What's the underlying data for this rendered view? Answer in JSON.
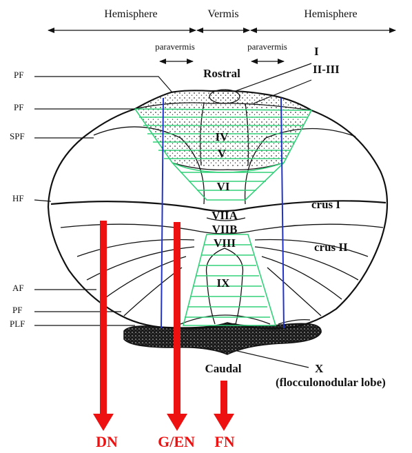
{
  "header": {
    "hemisphere_left": "Hemisphere",
    "vermis": "Vermis",
    "hemisphere_right": "Hemisphere",
    "paravermis_left": "paravermis",
    "paravermis_right": "paravermis"
  },
  "orientation": {
    "rostral": "Rostral",
    "caudal": "Caudal"
  },
  "fissures": {
    "pf_top": "PF",
    "pf_second": "PF",
    "spf": "SPF",
    "hf": "HF",
    "af": "AF",
    "pf_lower": "PF",
    "plf": "PLF"
  },
  "lobules": {
    "i": "I",
    "ii_iii": "II-III",
    "iv": "IV",
    "v": "V",
    "vi": "VI",
    "viia": "VIIA",
    "viib": "VIIB",
    "viii": "VIII",
    "ix": "IX",
    "x": "X",
    "x_sub": "(flocculonodular lobe)",
    "crus_i": "crus I",
    "crus_ii": "crus II"
  },
  "nuclei": {
    "dn": "DN",
    "gen": "G/EN",
    "fn": "FN"
  },
  "colors": {
    "arrow_red": "#ee1111",
    "hatch_green": "#33d17a",
    "border_blue": "#2233cc",
    "ink": "#111111"
  }
}
